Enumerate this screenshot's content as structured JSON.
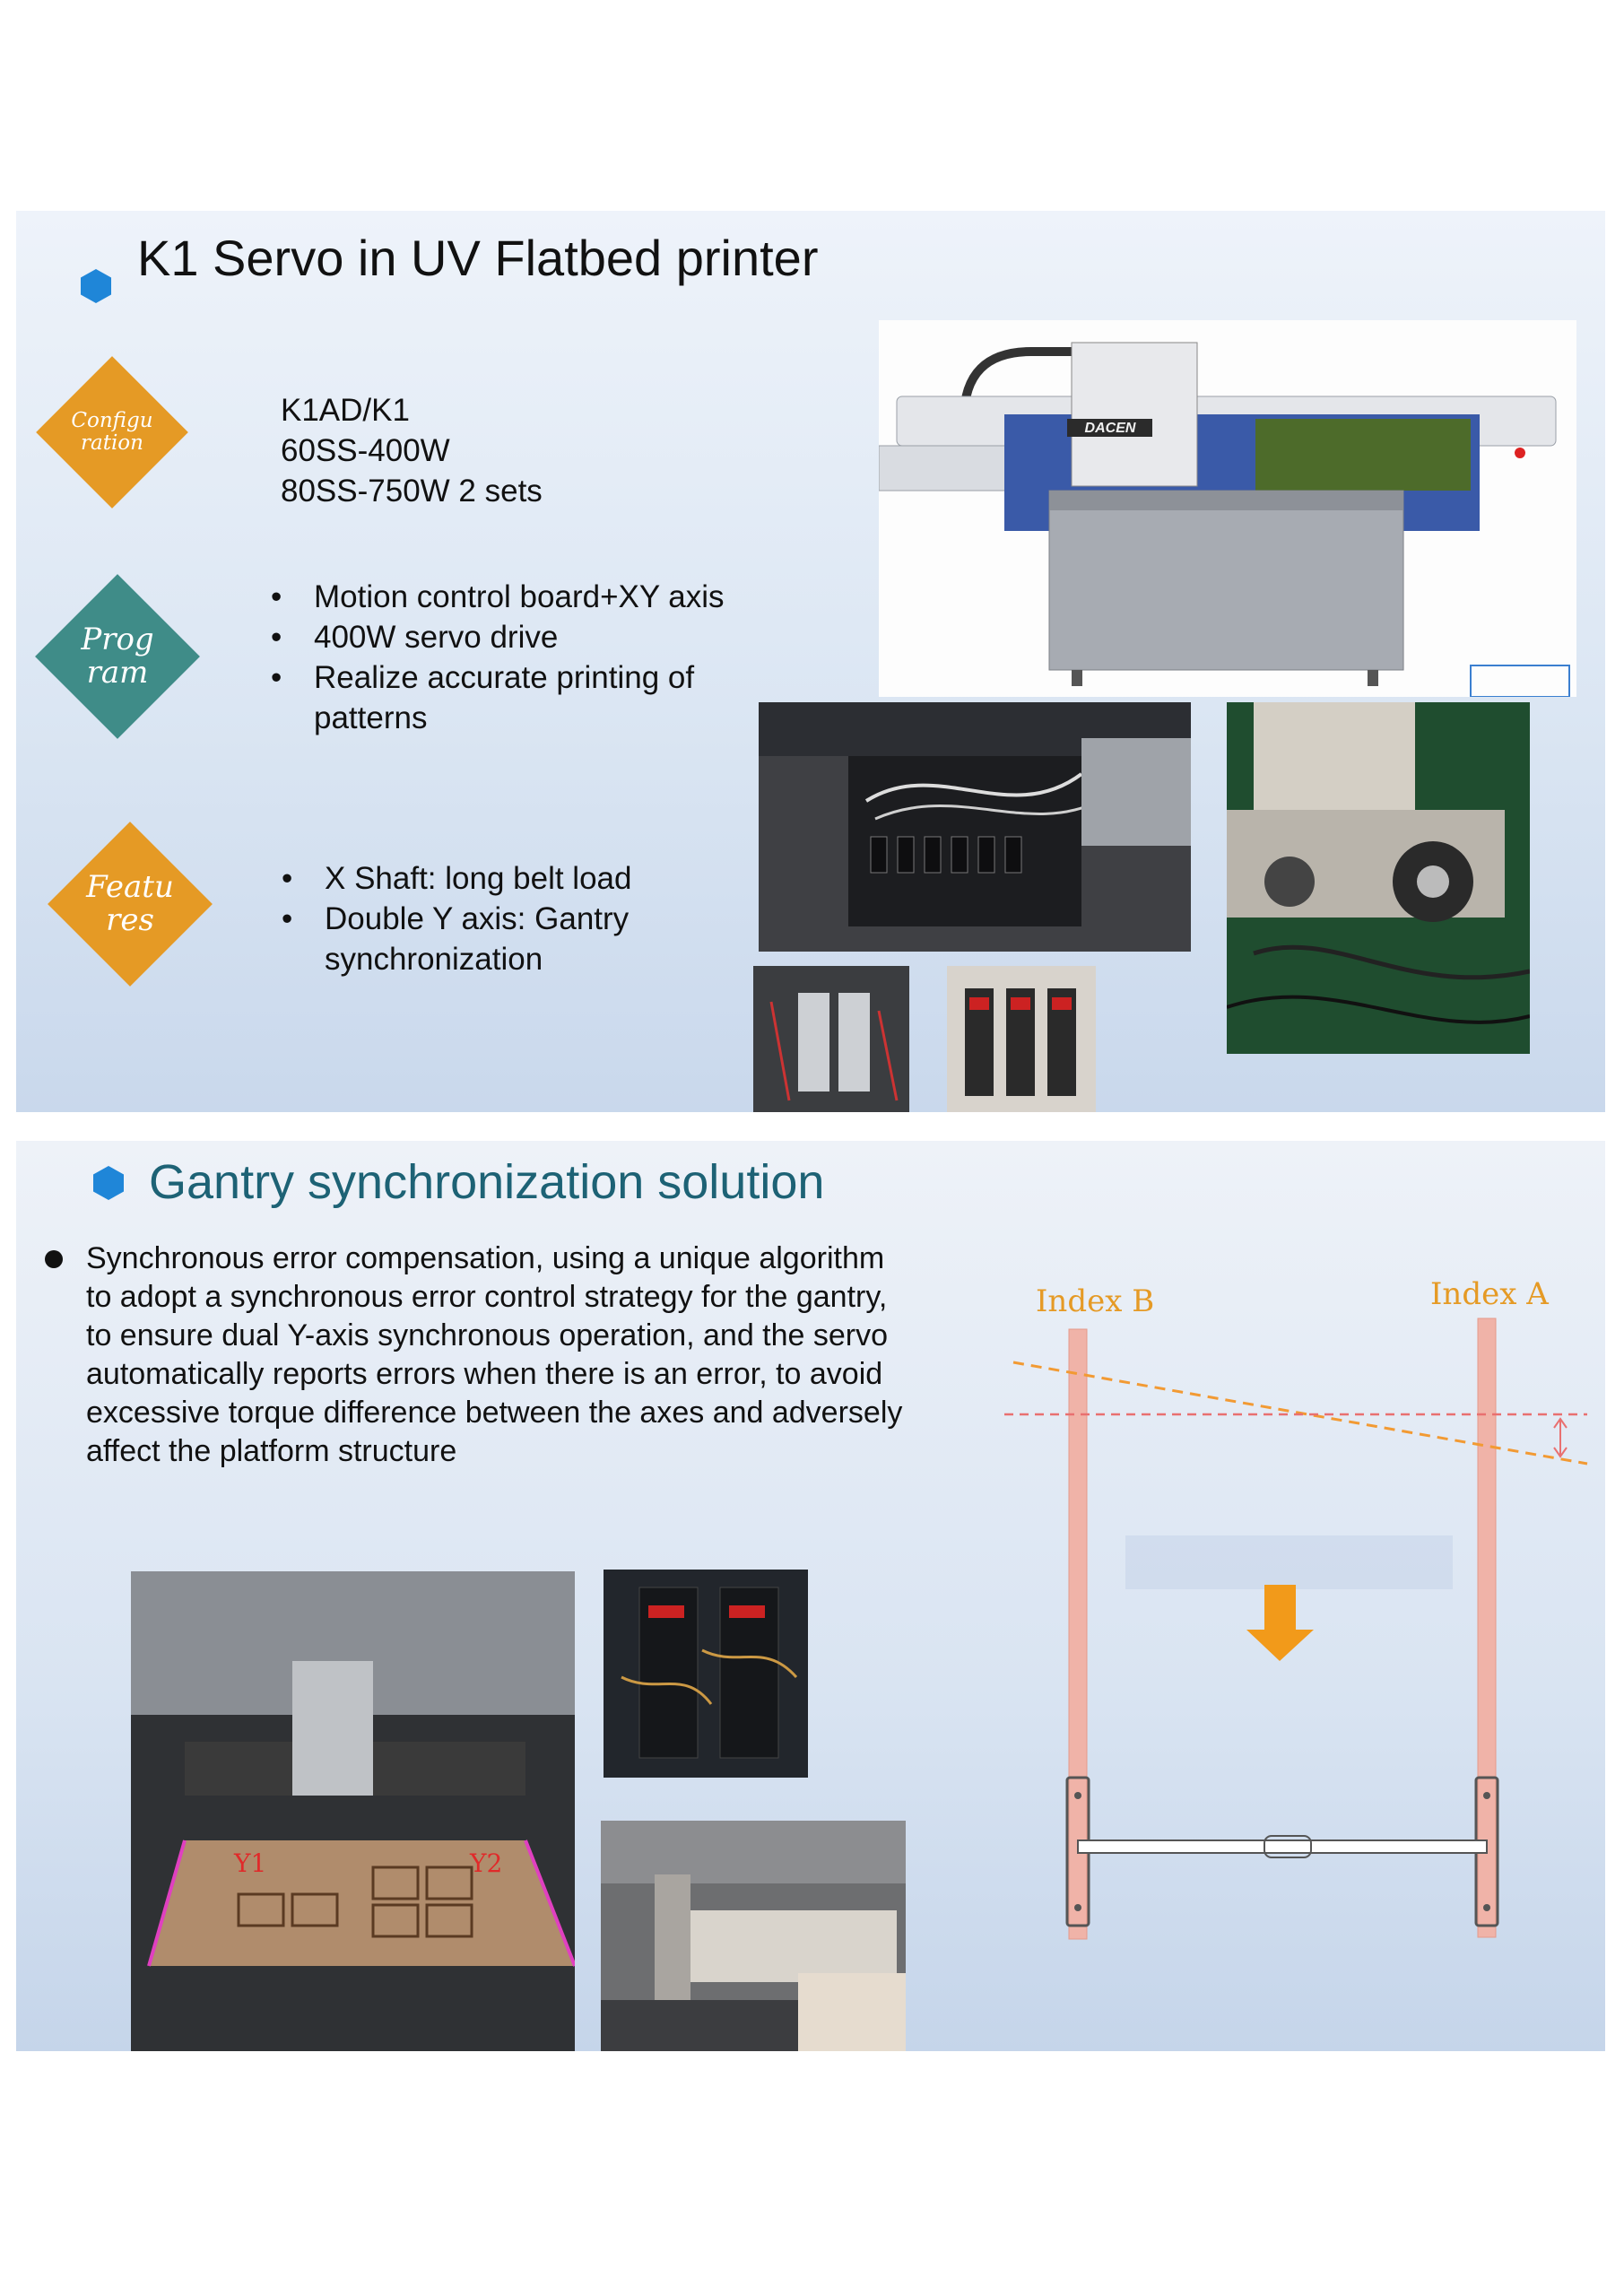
{
  "slide1": {
    "title": "K1 Servo in UV Flatbed printer",
    "configuration": {
      "badge": [
        "Configu",
        "ration"
      ],
      "lines": [
        "K1AD/K1",
        "60SS-400W",
        "80SS-750W 2 sets"
      ]
    },
    "program": {
      "badge": [
        "Prog",
        "ram"
      ],
      "bullets": [
        "Motion control board+XY axis",
        "400W servo drive",
        "Realize accurate printing of",
        "patterns"
      ]
    },
    "features": {
      "badge": [
        "Featu",
        "res"
      ],
      "bullets": [
        "X Shaft: long belt load",
        "Double Y axis: Gantry",
        "synchronization"
      ]
    },
    "printer_logo": "DACEN"
  },
  "slide2": {
    "title": "Gantry synchronization solution",
    "paragraph": [
      "Synchronous error compensation, using a unique algorithm",
      "to adopt a synchronous error control strategy for the gantry,",
      "to ensure dual Y-axis synchronous operation, and the servo",
      "automatically reports errors when there is an error, to avoid",
      "excessive torque difference between the axes and adversely",
      "affect the platform structure"
    ],
    "diagram": {
      "index_b": "Index B",
      "index_a": "Index A"
    },
    "photo_labels": {
      "y1": "Y1",
      "y2": "Y2"
    }
  },
  "colors": {
    "accent_orange": "#e59a25",
    "accent_teal": "#3f8c88",
    "title_teal": "#1d6275",
    "bullet_blue": "#1f86d8",
    "rail_pink": "#f0b3a8"
  }
}
